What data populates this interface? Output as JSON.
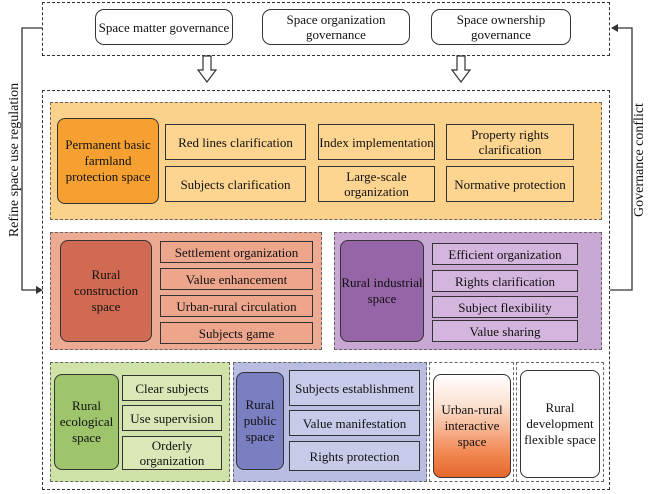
{
  "governance": {
    "items": [
      "Space matter governance",
      "Space organization governance",
      "Space ownership governance"
    ]
  },
  "side_labels": {
    "left": "Refine space use regulation",
    "right": "Governance conflict"
  },
  "farmland": {
    "title": "Permanent basic farmland protection space",
    "cells": [
      "Red lines clarification",
      "Index implementation",
      "Property rights clarification",
      "Subjects clarification",
      "Large-scale organization",
      "Normative protection"
    ]
  },
  "construction": {
    "title": "Rural construction space",
    "cells": [
      "Settlement organization",
      "Value enhancement",
      "Urban-rural circulation",
      "Subjects game"
    ]
  },
  "industrial": {
    "title": "Rural industrial space",
    "cells": [
      "Efficient organization",
      "Rights clarification",
      "Subject flexibility",
      "Value sharing"
    ]
  },
  "ecological": {
    "title": "Rural ecological space",
    "cells": [
      "Clear subjects",
      "Use supervision",
      "Orderly organization"
    ]
  },
  "public": {
    "title": "Rural public space",
    "cells": [
      "Subjects establishment",
      "Value manifestation",
      "Rights protection"
    ]
  },
  "interactive": {
    "title": "Urban-rural interactive space"
  },
  "development": {
    "title": "Rural development flexible space"
  },
  "colors": {
    "farmland": "#f5a030",
    "construction": "#d06a52",
    "industrial": "#9665a8",
    "ecological": "#9ec46c",
    "public": "#7a7fc2",
    "interactive": "#e5672d"
  }
}
